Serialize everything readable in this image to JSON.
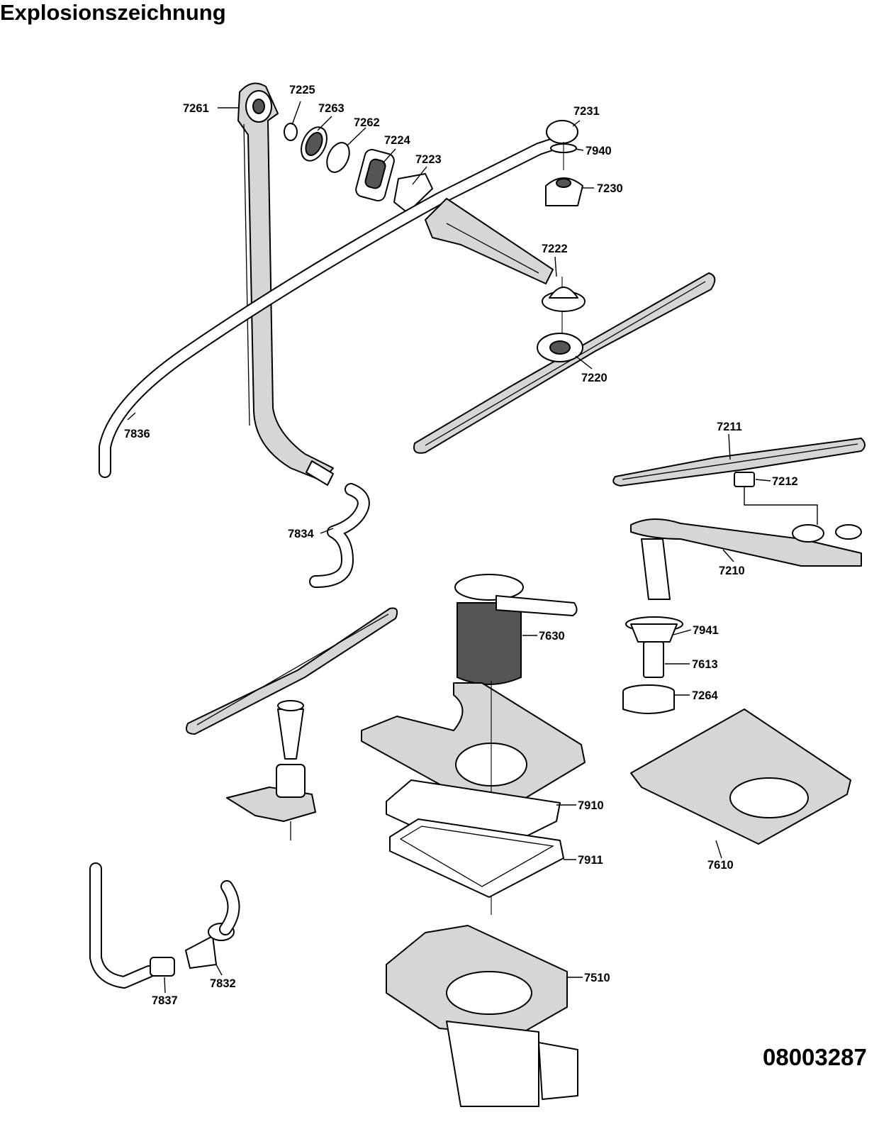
{
  "title": "Explosionszeichnung",
  "document_number": "08003287",
  "part_labels": {
    "p7261": "7261",
    "p7225": "7225",
    "p7263": "7263",
    "p7262": "7262",
    "p7224": "7224",
    "p7223": "7223",
    "p7231": "7231",
    "p7940": "7940",
    "p7230": "7230",
    "p7222": "7222",
    "p7220": "7220",
    "p7836": "7836",
    "p7211": "7211",
    "p7212": "7212",
    "p7210": "7210",
    "p7834": "7834",
    "p7630": "7630",
    "p7941": "7941",
    "p7613": "7613",
    "p7264": "7264",
    "p7910": "7910",
    "p7610": "7610",
    "p7911": "7911",
    "p7510": "7510",
    "p7832": "7832",
    "p7837": "7837"
  }
}
